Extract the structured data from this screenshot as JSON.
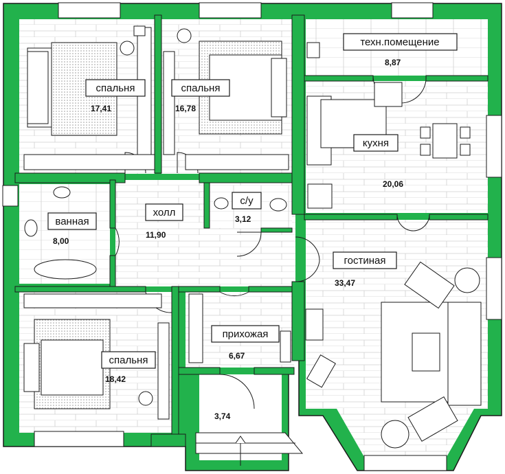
{
  "colors": {
    "wall": "#22b24c",
    "wall_outline": "#1a1a1a",
    "floor_line": "#c8c8c8",
    "background": "#ffffff"
  },
  "rooms": [
    {
      "id": "bedroom-1",
      "name": "спальня",
      "area": "17,41"
    },
    {
      "id": "bedroom-2",
      "name": "спальня",
      "area": "16,78"
    },
    {
      "id": "utility",
      "name": "техн.помещение",
      "area": "8,87"
    },
    {
      "id": "kitchen",
      "name": "кухня",
      "area": "20,06"
    },
    {
      "id": "bathroom",
      "name": "ванная",
      "area": "8,00"
    },
    {
      "id": "hall",
      "name": "холл",
      "area": "11,90"
    },
    {
      "id": "wc",
      "name": "с/у",
      "area": "3,12"
    },
    {
      "id": "living",
      "name": "гостиная",
      "area": "33,47"
    },
    {
      "id": "bedroom-3",
      "name": "спальня",
      "area": "18,42"
    },
    {
      "id": "entrance",
      "name": "прихожая",
      "area": "6,67"
    },
    {
      "id": "porch",
      "name": "",
      "area": "3,74"
    }
  ]
}
